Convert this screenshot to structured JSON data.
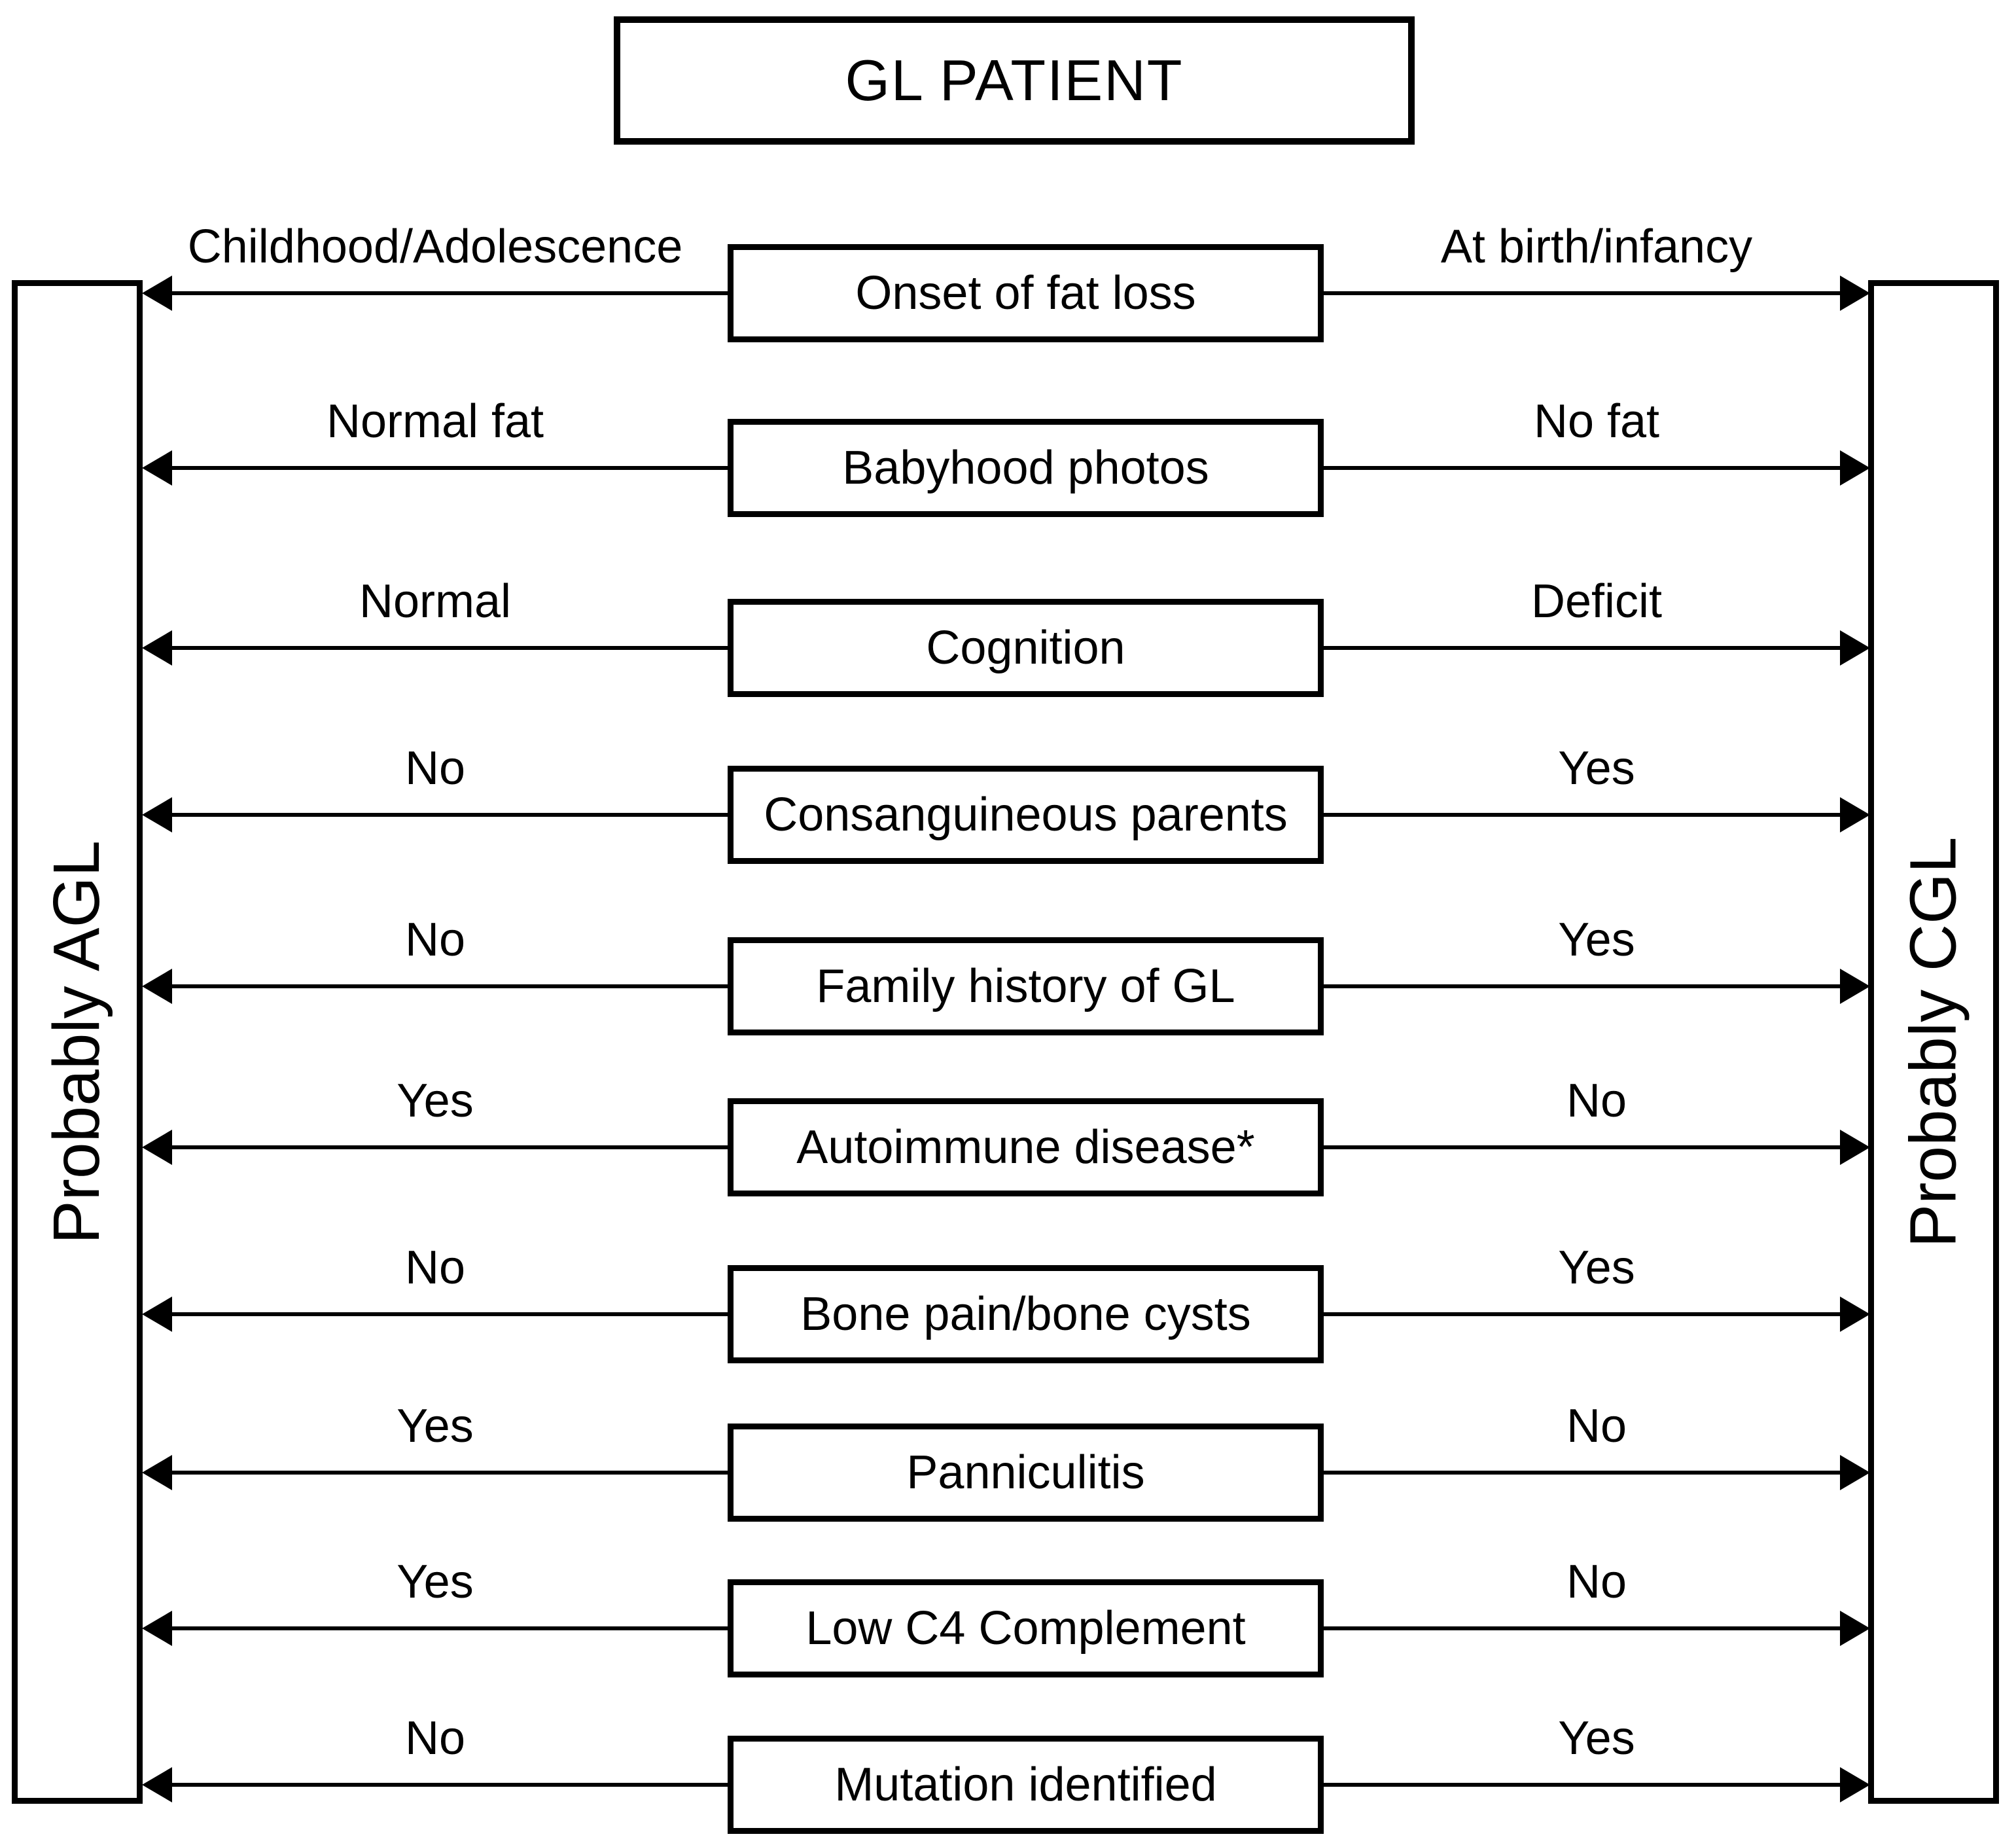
{
  "title": "GL PATIENT",
  "left_outcome": "Probably AGL",
  "right_outcome": "Probably CGL",
  "rows": [
    {
      "criterion": "Onset of fat loss",
      "left_label": "Childhood/Adolescence",
      "right_label": "At birth/infancy"
    },
    {
      "criterion": "Babyhood photos",
      "left_label": "Normal fat",
      "right_label": "No fat"
    },
    {
      "criterion": "Cognition",
      "left_label": "Normal",
      "right_label": "Deficit"
    },
    {
      "criterion": "Consanguineous parents",
      "left_label": "No",
      "right_label": "Yes"
    },
    {
      "criterion": "Family history of GL",
      "left_label": "No",
      "right_label": "Yes"
    },
    {
      "criterion": "Autoimmune disease*",
      "left_label": "Yes",
      "right_label": "No"
    },
    {
      "criterion": "Bone pain/bone cysts",
      "left_label": "No",
      "right_label": "Yes"
    },
    {
      "criterion": "Panniculitis",
      "left_label": "Yes",
      "right_label": "No"
    },
    {
      "criterion": "Low C4 Complement",
      "left_label": "Yes",
      "right_label": "No"
    },
    {
      "criterion": "Mutation identified",
      "left_label": "No",
      "right_label": "Yes"
    }
  ],
  "colors": {
    "line": "#000000",
    "background": "#ffffff"
  }
}
